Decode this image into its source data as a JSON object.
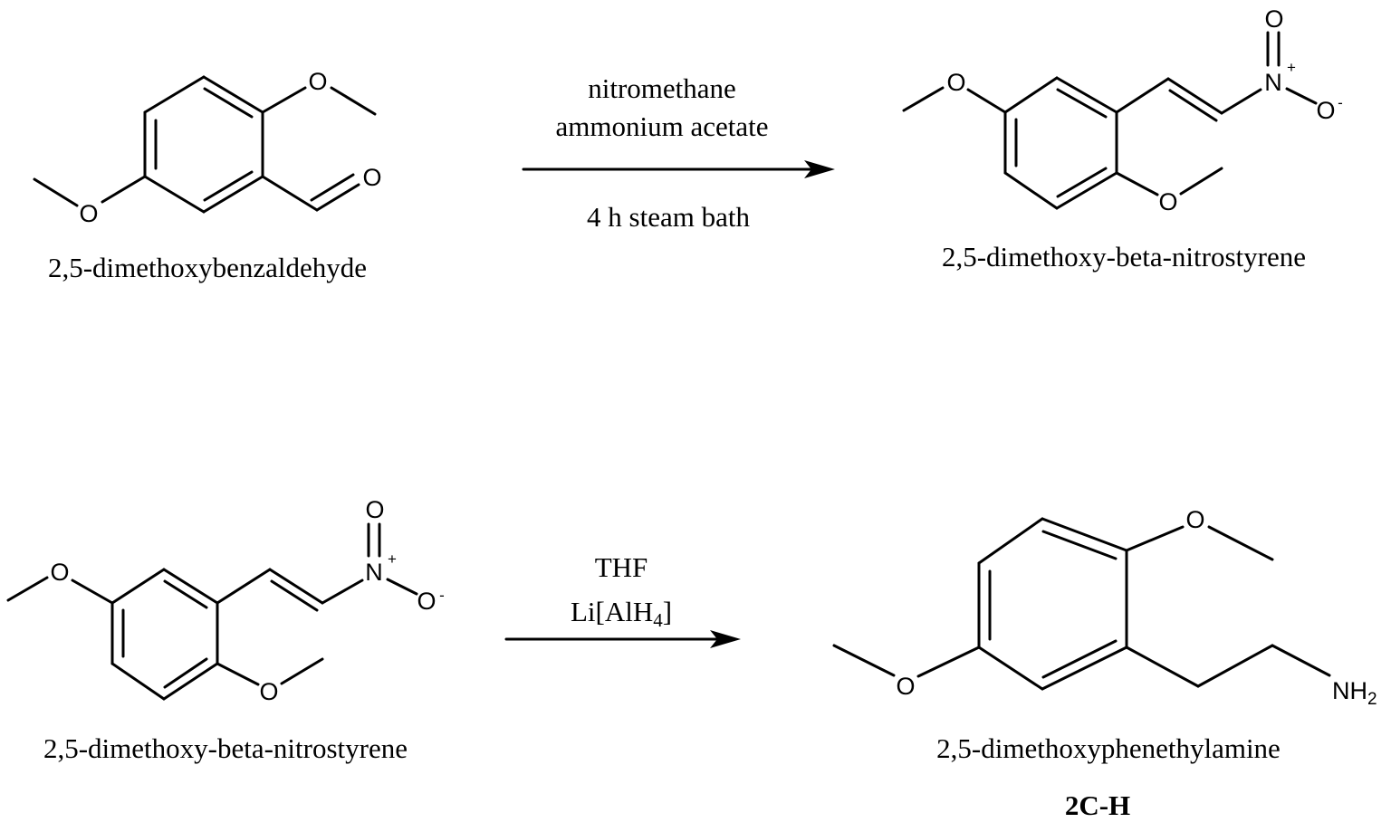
{
  "scheme": {
    "step1": {
      "reactant_name": "2,5-dimethoxybenzaldehyde",
      "product_name": "2,5-dimethoxy-beta-nitrostyrene",
      "conditions_above": [
        "nitromethane",
        "ammonium acetate"
      ],
      "conditions_below": [
        "4 h steam bath"
      ]
    },
    "step2": {
      "reactant_name": "2,5-dimethoxy-beta-nitrostyrene",
      "product_name": "2,5-dimethoxyphenethylamine",
      "product_code": "2C-H",
      "conditions_above": [
        "THF"
      ],
      "reagent": {
        "prefix": "Li[AlH",
        "subscript": "4",
        "suffix": "]"
      }
    }
  },
  "atoms": {
    "oxygen": "O",
    "nitrogen": "N",
    "plus": "+",
    "minus": "-",
    "amine": "NH",
    "amine_sub": "2"
  }
}
